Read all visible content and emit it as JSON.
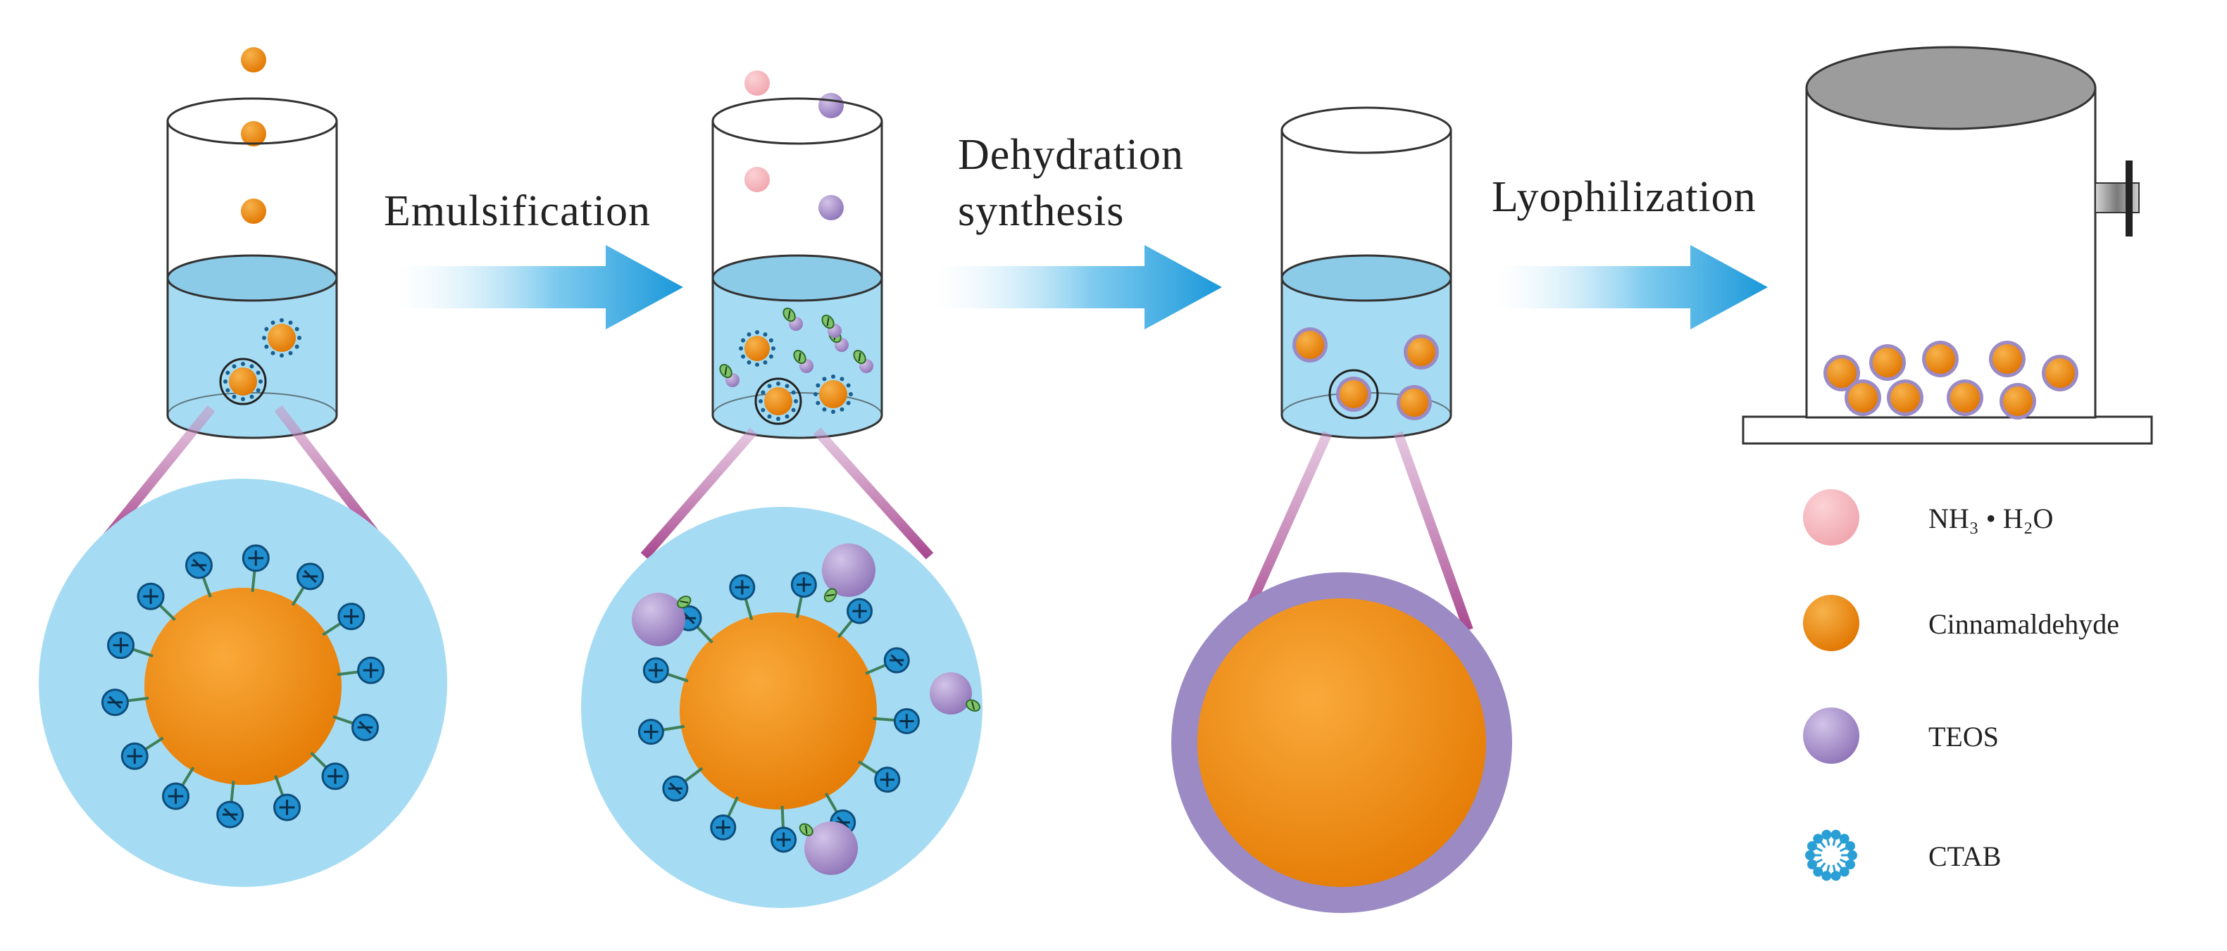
{
  "steps": {
    "emulsification": "Emulsification",
    "dehydration_line1": "Dehydration",
    "dehydration_line2": "synthesis",
    "lyophilization": "Lyophilization"
  },
  "legend": [
    {
      "label": "NH₃ • H₂O",
      "icon": "pink-ammonia-sphere-icon",
      "color": "#f4b4bb"
    },
    {
      "label": "Cinnamaldehyde",
      "icon": "orange-cinnamaldehyde-sphere-icon",
      "color": "#ee8a0f"
    },
    {
      "label": "TEOS",
      "icon": "purple-teos-sphere-icon",
      "color": "#a98fc6"
    },
    {
      "label": "CTAB",
      "icon": "ctab-micelle-icon",
      "color": "#2a9fd6"
    }
  ],
  "colors": {
    "water": "#a6dcf3",
    "water_dark": "#8ccbe8",
    "orange": "#ee8a0f",
    "purple_shell": "#9b8ac4",
    "arrow": "#1f9fdc",
    "ctab_head": "#1f7fc0",
    "teos_tail": "#3a8a3a",
    "connector": "#b55a9a"
  }
}
